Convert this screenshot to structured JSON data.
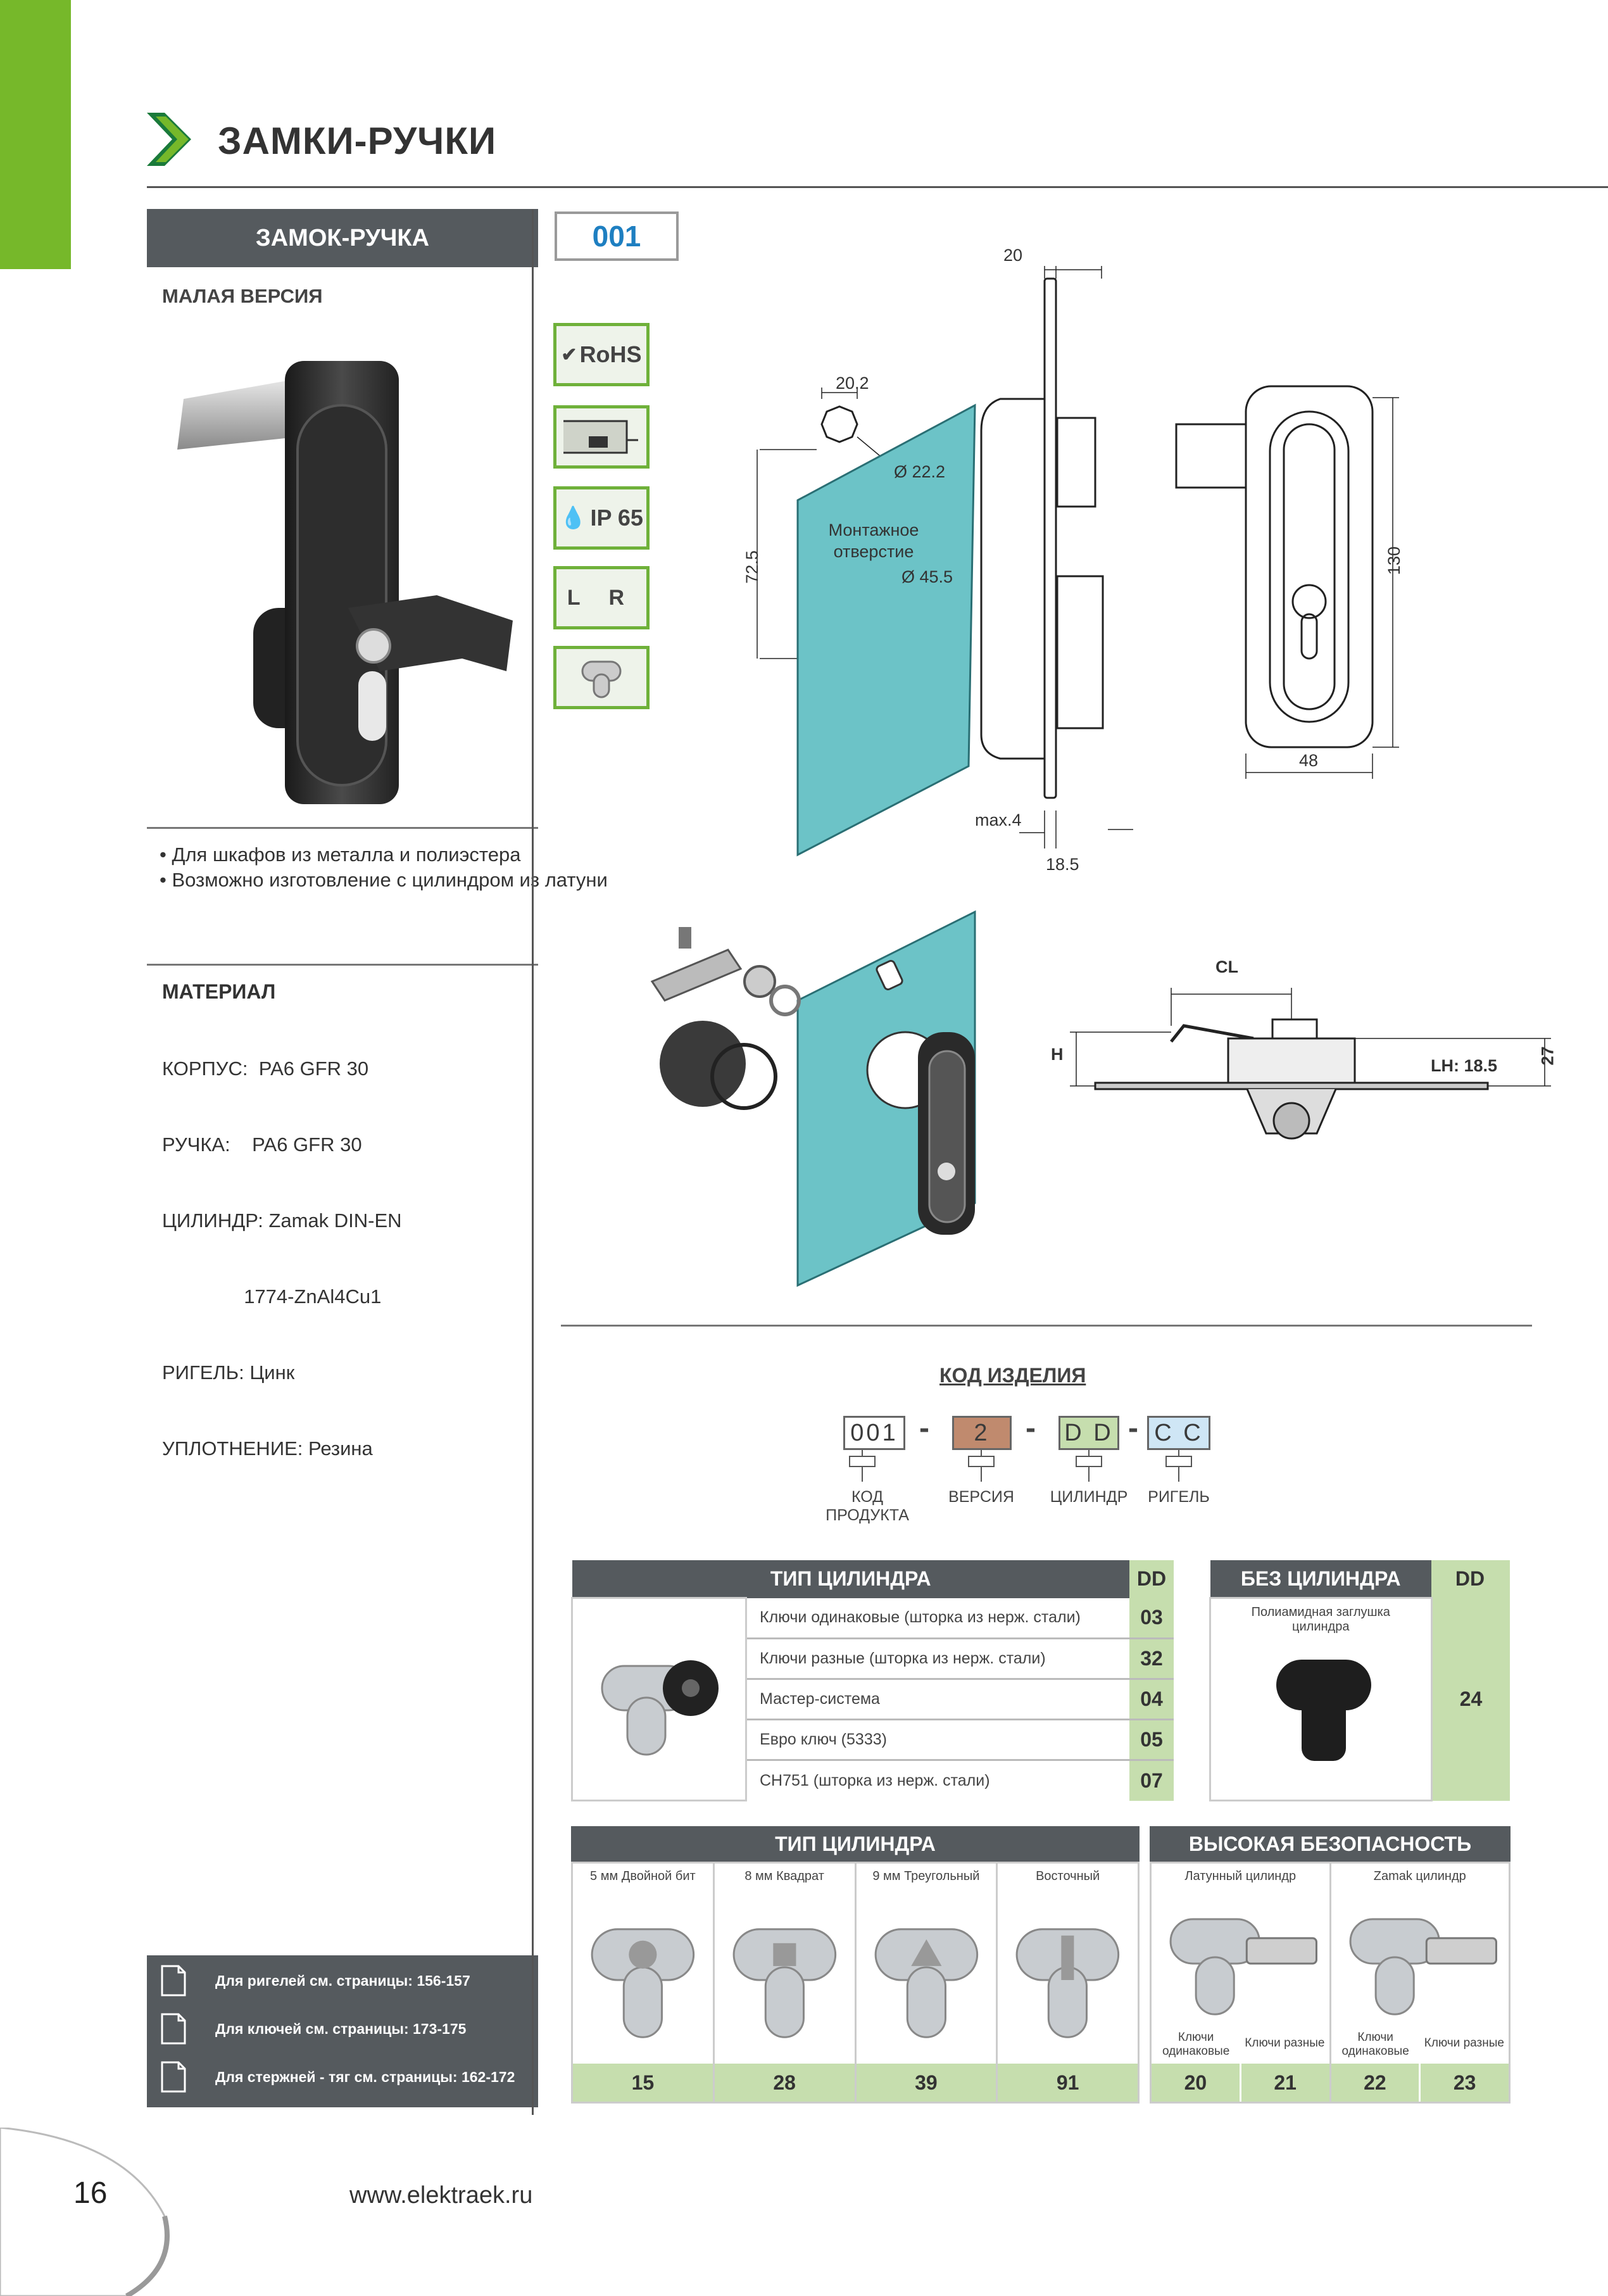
{
  "header": {
    "title": "ЗАМКИ-РУЧКИ"
  },
  "product": {
    "header": "ЗАМОК-РУЧКА",
    "code": "001",
    "subtitle": "МАЛАЯ ВЕРСИЯ",
    "bullets": [
      "• Для шкафов из металла и полиэстера",
      "• Возможно изготовление с цилиндром из латуни"
    ],
    "material_title": "МАТЕРИАЛ",
    "material_lines": [
      "КОРПУС:  PA6 GFR 30",
      "РУЧКА:    PA6 GFR 30",
      "ЦИЛИНДР: Zamak DIN-EN",
      "               1774-ZnAl4Cu1",
      "РИГЕЛЬ: Цинк",
      "УПЛОТНЕНИЕ: Резина"
    ]
  },
  "icons": [
    {
      "name": "rohs-icon",
      "label": "RoHS"
    },
    {
      "name": "panel-mount-icon",
      "label": ""
    },
    {
      "name": "ip65-icon",
      "label": "IP 65"
    },
    {
      "name": "left-right-icon",
      "label": "L R"
    },
    {
      "name": "cylinder-icon",
      "label": ""
    }
  ],
  "drawing": {
    "dim_20": "20",
    "dim_20_2": "20.2",
    "dim_22_2": "Ø 22.2",
    "dim_72_5": "72.5",
    "mount_label": "Монтажное отверстие",
    "dim_45_5": "Ø 45.5",
    "dim_max4": "max.4",
    "dim_18_5": "18.5",
    "dim_130": "130",
    "dim_48": "48",
    "dim_cl": "CL",
    "dim_h": "H",
    "dim_lh": "LH: 18.5",
    "dim_27": "27"
  },
  "code": {
    "title": "КОД ИЗДЕЛИЯ",
    "parts": [
      "001",
      "2",
      "D D",
      "C C"
    ],
    "labels": [
      "КОД ПРОДУКТА",
      "ВЕРСИЯ",
      "ЦИЛИНДР",
      "РИГЕЛЬ"
    ],
    "colors": [
      "#ffffff",
      "#c08a6e",
      "#c6deae",
      "#cfe6f5"
    ]
  },
  "cylinder_type_table": {
    "title": "ТИП ЦИЛИНДРА",
    "code_header": "DD",
    "rows": [
      {
        "label": "Ключи одинаковые (шторка из нерж. стали)",
        "code": "03"
      },
      {
        "label": "Ключи разные (шторка из нерж. стали)",
        "code": "32"
      },
      {
        "label": "Мастер-система",
        "code": "04"
      },
      {
        "label": "Евро ключ (5333)",
        "code": "05"
      },
      {
        "label": "CH751 (шторка из нерж. стали)",
        "code": "07"
      }
    ]
  },
  "no_cylinder_table": {
    "title": "БЕЗ ЦИЛИНДРА",
    "code_header": "DD",
    "caption": "Полиамидная заглушка цилиндра",
    "code": "24"
  },
  "cylinder_type_table2": {
    "title": "ТИП ЦИЛИНДРА",
    "items": [
      {
        "label": "5 мм Двойной бит",
        "code": "15"
      },
      {
        "label": "8 мм Квадрат",
        "code": "28"
      },
      {
        "label": "9 мм Треугольный",
        "code": "39"
      },
      {
        "label": "Восточный",
        "code": "91"
      }
    ]
  },
  "high_security_table": {
    "title": "ВЫСОКАЯ БЕЗОПАСНОСТЬ",
    "groups": [
      {
        "label": "Латунный цилиндр",
        "keys": [
          {
            "label": "Ключи одинаковые",
            "code": "20"
          },
          {
            "label": "Ключи разные",
            "code": "21"
          }
        ]
      },
      {
        "label": "Zamak цилиндр",
        "keys": [
          {
            "label": "Ключи одинаковые",
            "code": "22"
          },
          {
            "label": "Ключи разные",
            "code": "23"
          }
        ]
      }
    ]
  },
  "references": [
    "Для ригелей см. страницы: 156-157",
    "Для ключей см. страницы: 173-175",
    "Для стержней - тяг см. страницы: 162-172"
  ],
  "footer": {
    "page_number": "16",
    "url": "www.elektraek.ru"
  },
  "colors": {
    "accent_green": "#76b82a",
    "header_gray": "#555a5e",
    "code_blue": "#1e7fc1",
    "code_cell": "#c6deae",
    "glass": "#6cc3c7"
  }
}
